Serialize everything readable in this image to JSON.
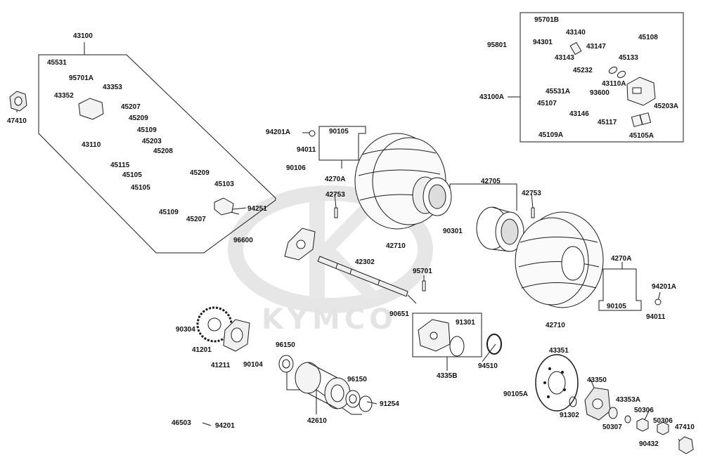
{
  "watermark": {
    "brand": "KYMCO",
    "color": "#e2e2e2"
  },
  "line_color": "#1a1a1a",
  "parts": {
    "p43100": "43100",
    "p45531": "45531",
    "p95701A": "95701A",
    "p43353": "43353",
    "p43352": "43352",
    "p45207a": "45207",
    "p45209a": "45209",
    "p45109a": "45109",
    "p45203": "45203",
    "p45208": "45208",
    "p43110": "43110",
    "p45115": "45115",
    "p45105a": "45105",
    "p45105b": "45105",
    "p45209b": "45209",
    "p45103": "45103",
    "p94251": "94251",
    "p45109b": "45109",
    "p45207b": "45207",
    "p96600": "96600",
    "p47410a": "47410",
    "p94201Aa": "94201A",
    "p94011a": "94011",
    "p90105a": "90105",
    "p4270Aa": "4270A",
    "p90106": "90106",
    "p42753a": "42753",
    "p42710a": "42710",
    "p42705": "42705",
    "p90301": "90301",
    "p42753b": "42753",
    "p95801": "95801",
    "p43100A": "43100A",
    "p95701B": "95701B",
    "p43140": "43140",
    "p94301": "94301",
    "p43147": "43147",
    "p45108": "45108",
    "p43143": "43143",
    "p45133": "45133",
    "p45232": "45232",
    "p43110A": "43110A",
    "p45531A": "45531A",
    "p93600": "93600",
    "p45107": "45107",
    "p43146": "43146",
    "p45203A": "45203A",
    "p45117": "45117",
    "p45109A": "45109A",
    "p45105A": "45105A",
    "p42302": "42302",
    "p95701": "95701",
    "p90651": "90651",
    "p91301": "91301",
    "p4335B": "4335B",
    "p94510": "94510",
    "p42710b": "42710",
    "p4270Ab": "4270A",
    "p90105b": "90105",
    "p94201Ab": "94201A",
    "p94011b": "94011",
    "p90304": "90304",
    "p41201": "41201",
    "p41211": "41211",
    "p90104": "90104",
    "p96150a": "96150",
    "p96150b": "96150",
    "p91254": "91254",
    "p42610": "42610",
    "p46503": "46503",
    "p94201": "94201",
    "p43351": "43351",
    "p90105A": "90105A",
    "p91302": "91302",
    "p43350": "43350",
    "p43353A": "43353A",
    "p50306a": "50306",
    "p50307": "50307",
    "p50306b": "50306",
    "p47410b": "47410",
    "p90432": "90432"
  }
}
